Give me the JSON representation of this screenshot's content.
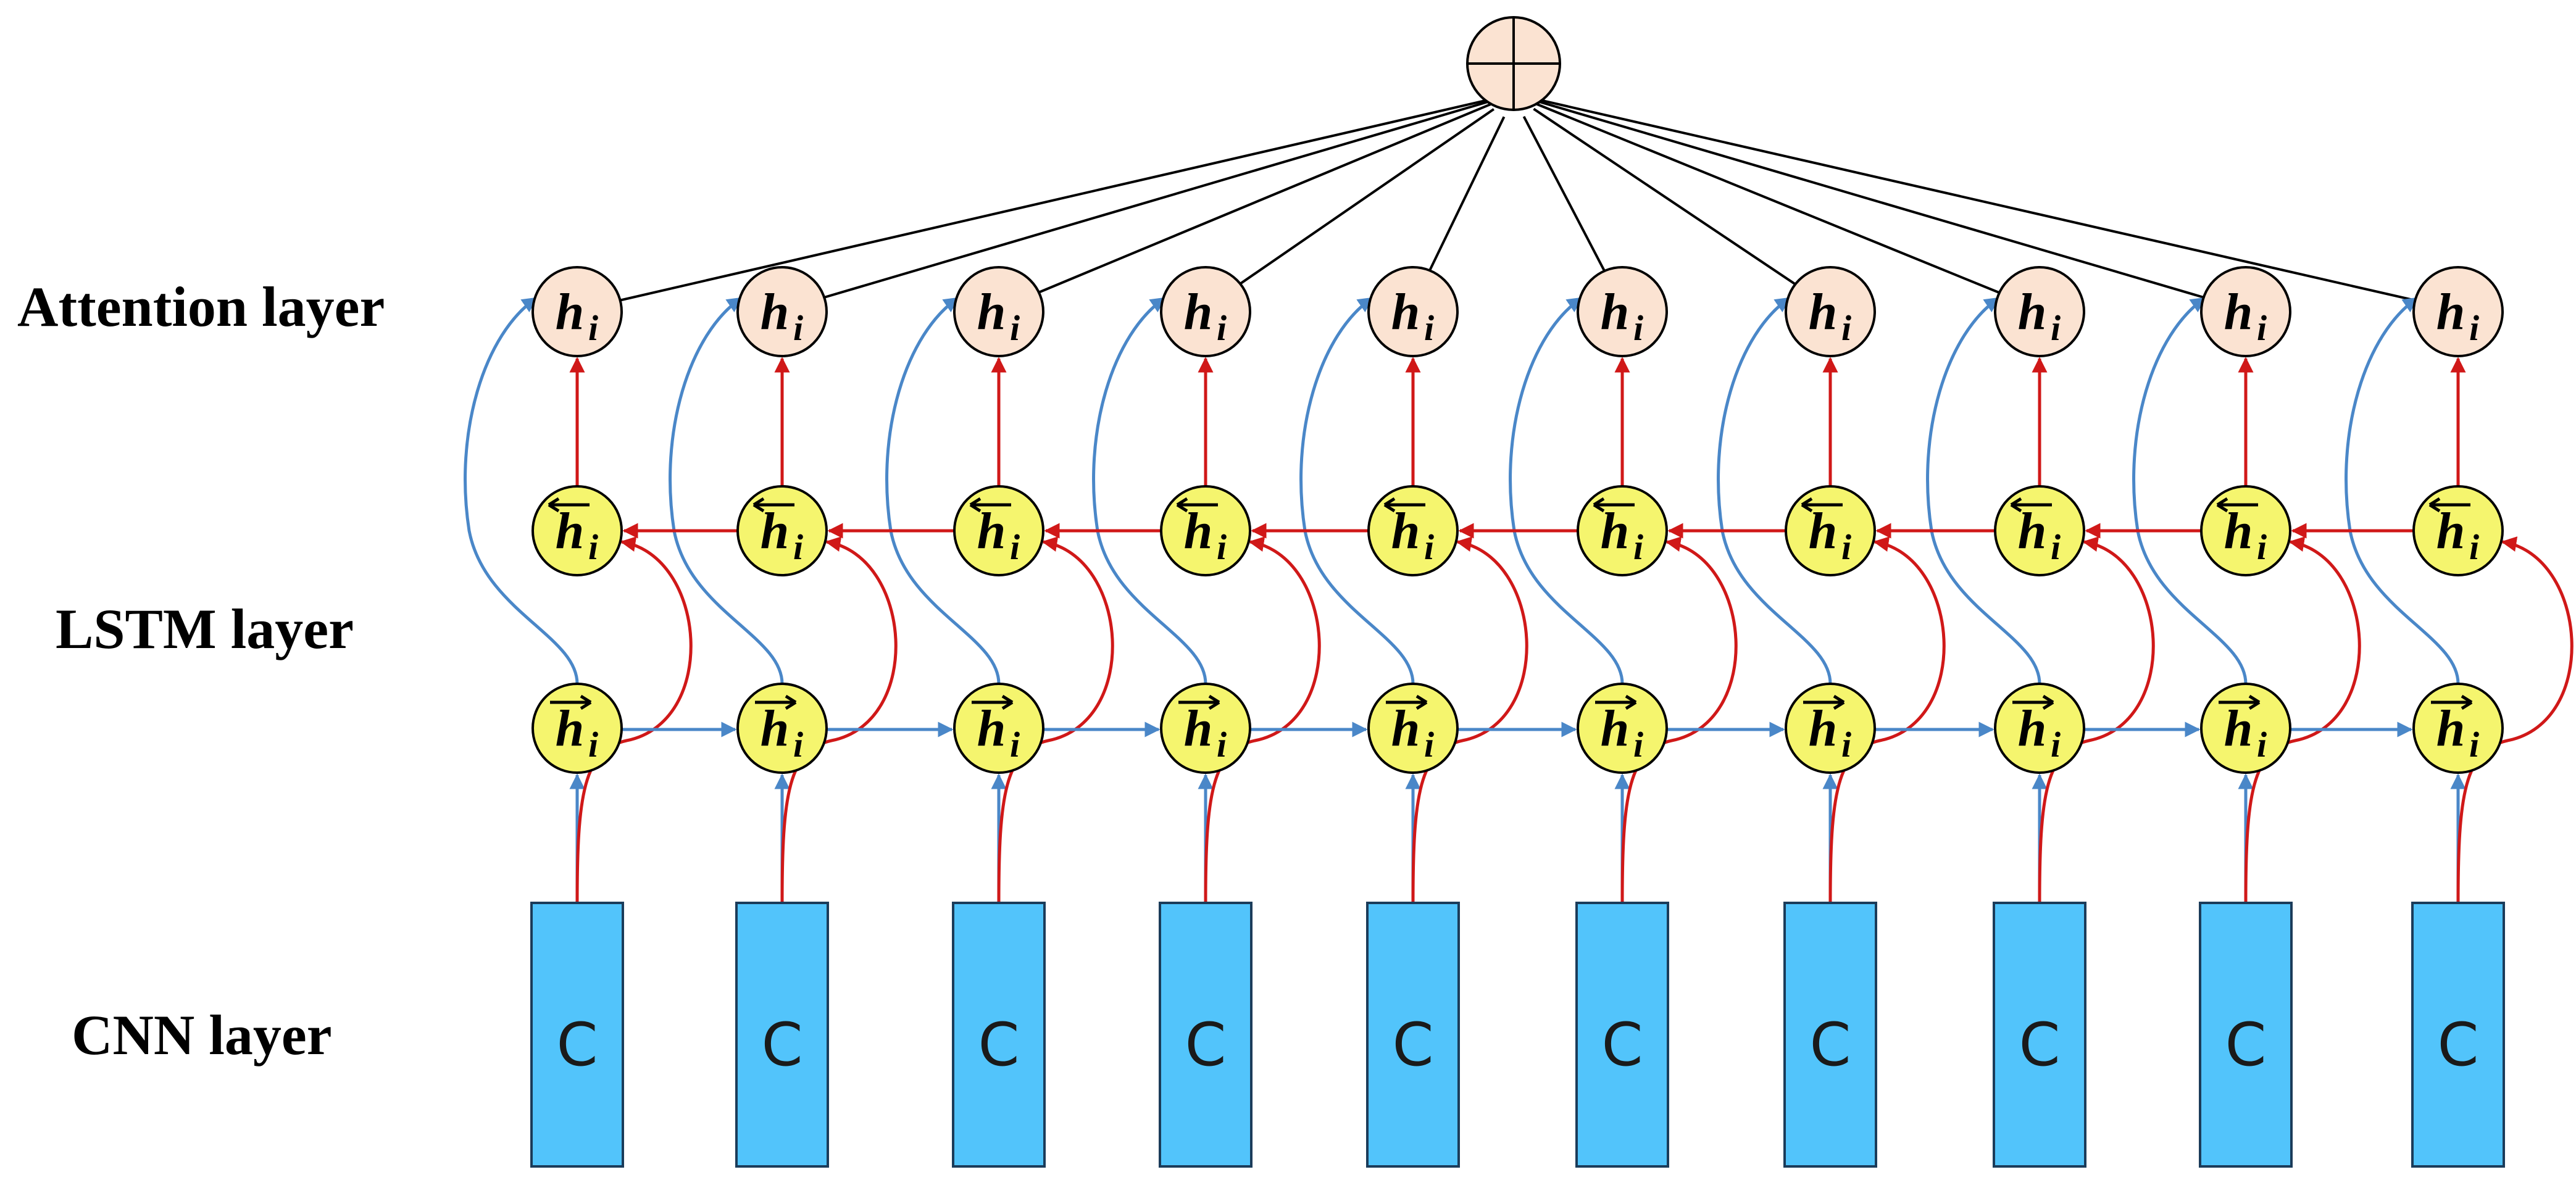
{
  "labels": {
    "attention": "Attention layer",
    "lstm": "LSTM layer",
    "cnn": "CNN layer"
  },
  "node_text": {
    "h": "h",
    "i": "i",
    "cnn": "C"
  },
  "steps": 10,
  "colors": {
    "attention_fill": "#fbe3d2",
    "lstm_fill": "#f5f56e",
    "cnn_fill": "#52c4fb",
    "cnn_stroke": "#1b3c5a",
    "blue_arrow": "#4a87c8",
    "red_arrow": "#d01818",
    "line": "#000000"
  }
}
